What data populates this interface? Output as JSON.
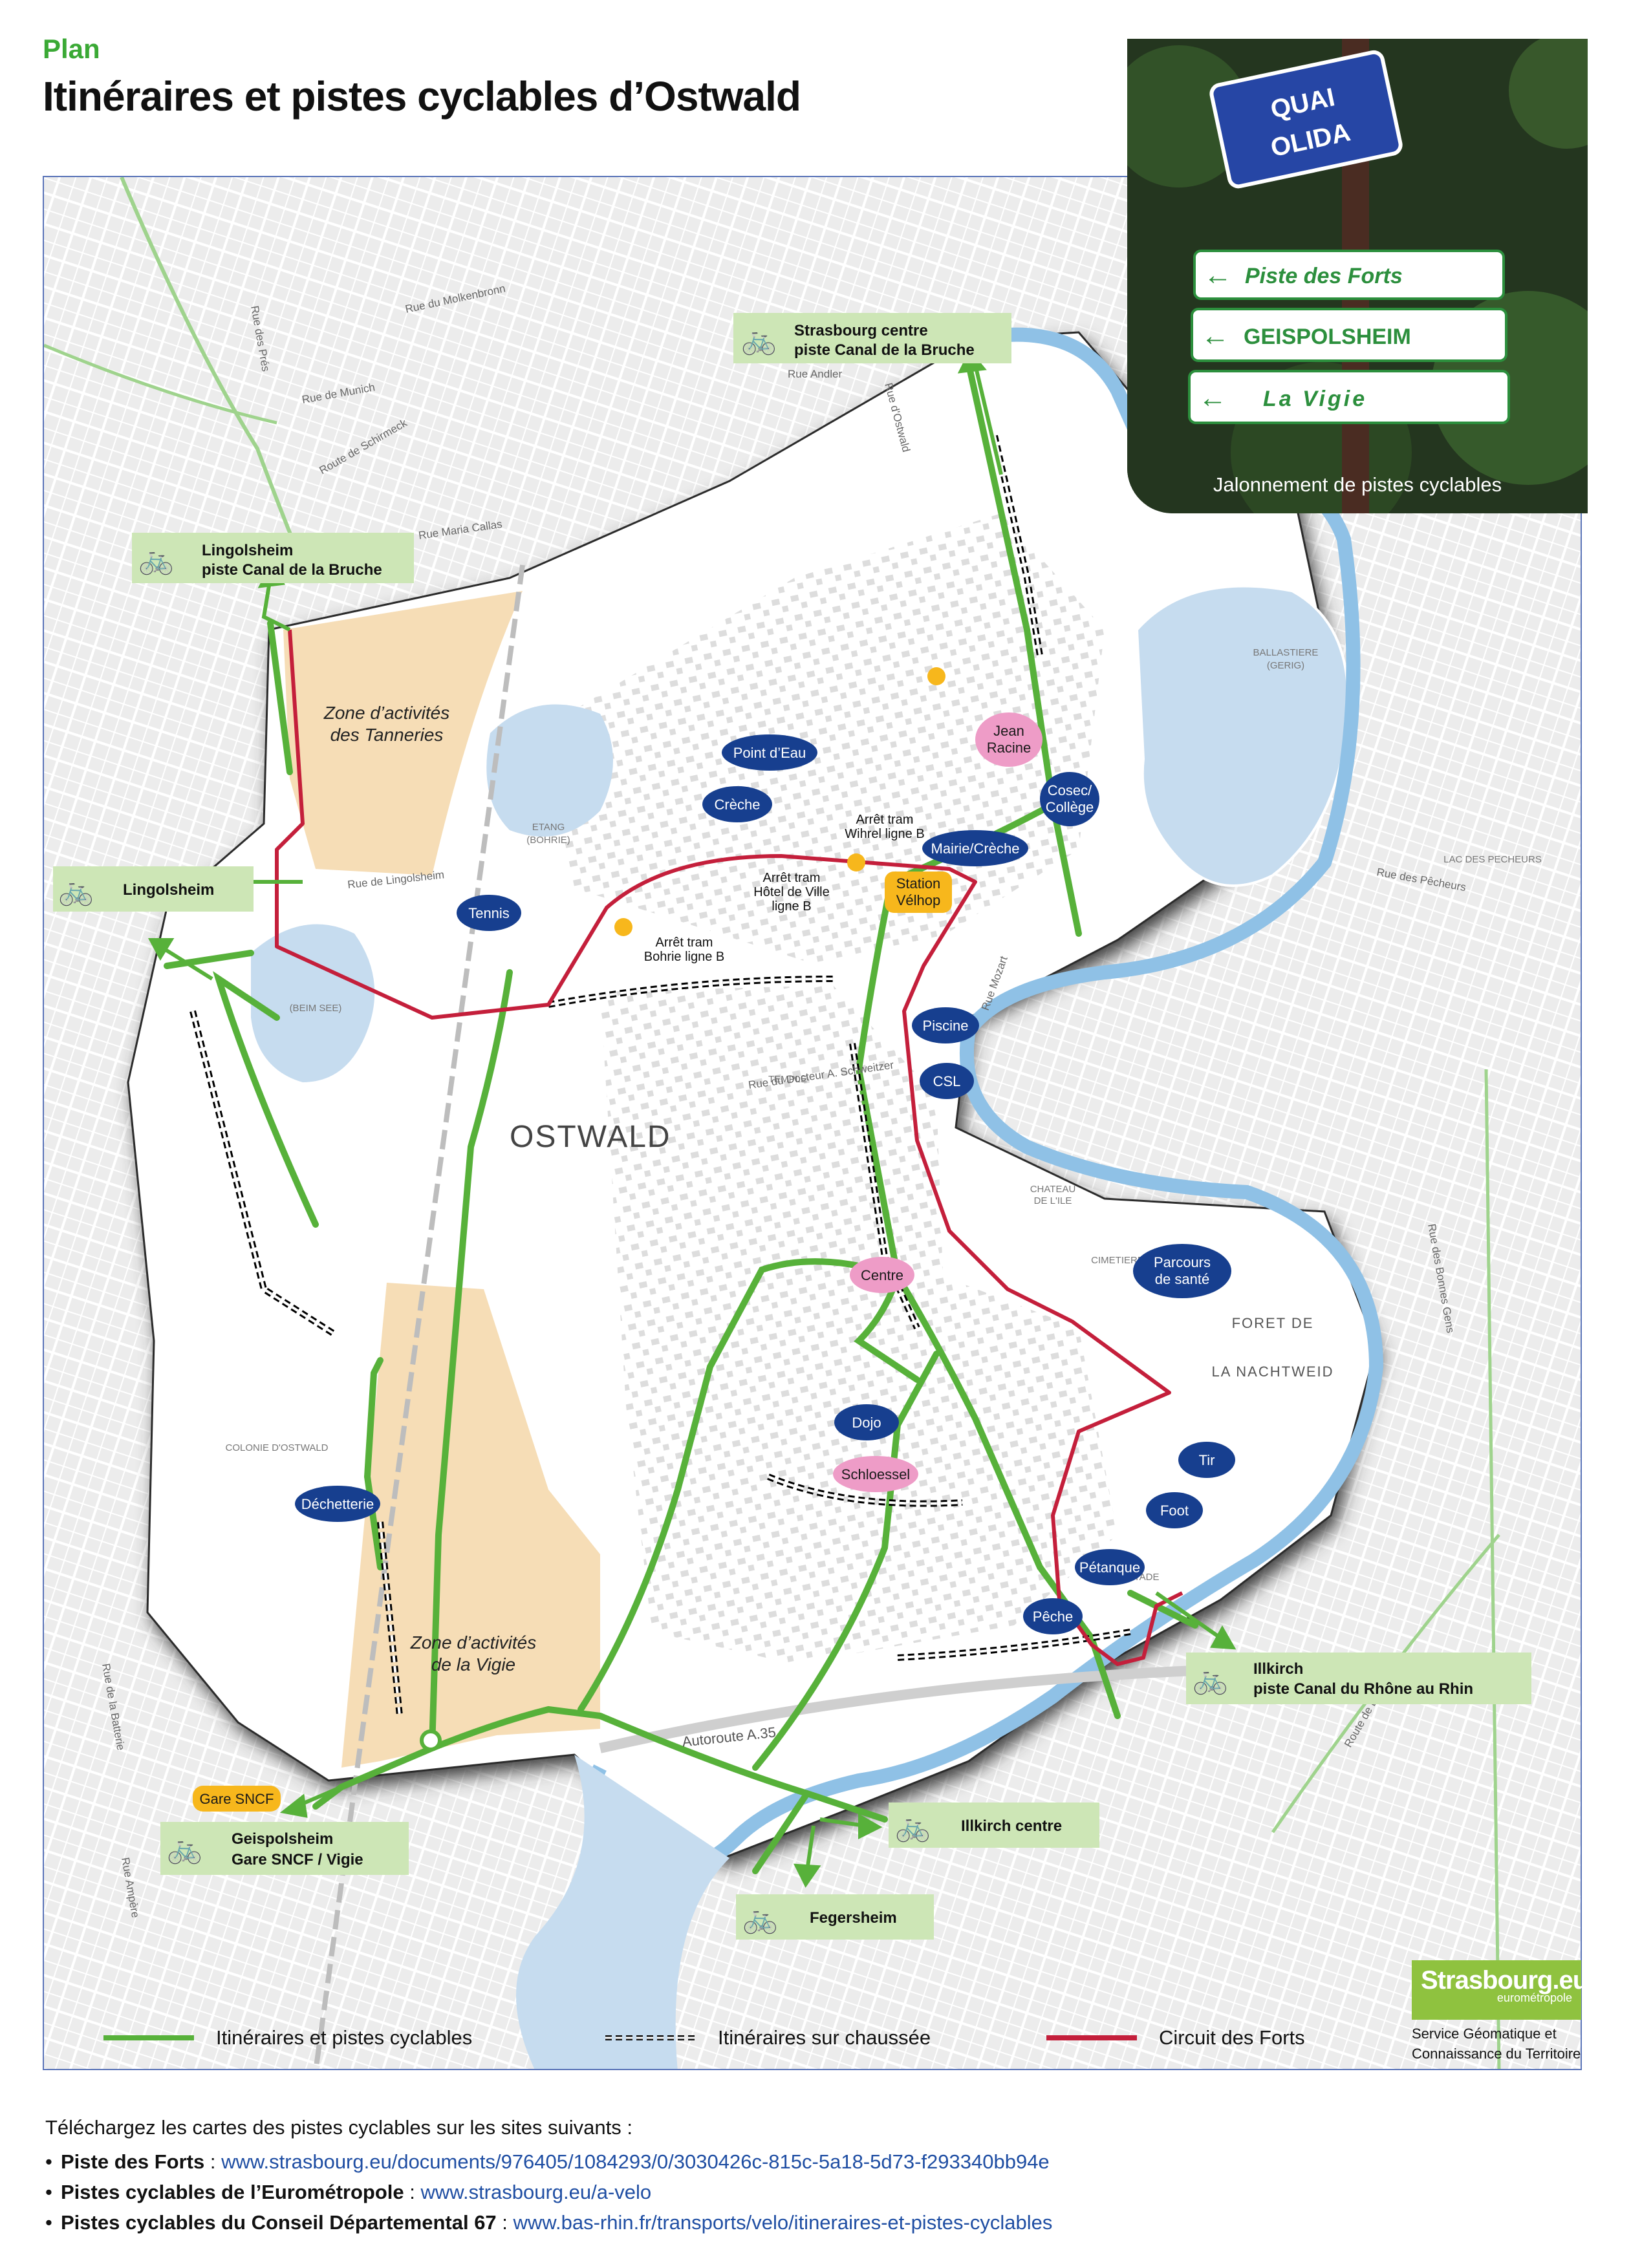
{
  "header": {
    "kicker": "Plan",
    "title": "Itinéraires et pistes cyclables d’Ostwald"
  },
  "photo": {
    "street_sign": [
      "QUAI",
      "OLIDA"
    ],
    "signs": [
      "Piste des Forts",
      "GEISPOLSHEIM",
      "La Vigie"
    ],
    "caption": "Jalonnement de pistes cyclables"
  },
  "map": {
    "town": "OSTWALD",
    "zones": [
      {
        "lines": [
          "Zone d’activités",
          "des Tanneries"
        ]
      },
      {
        "lines": [
          "Zone d’activités",
          "de la Vigie"
        ]
      }
    ],
    "destinations": [
      {
        "lines": [
          "Strasbourg centre",
          "piste Canal de la Bruche"
        ]
      },
      {
        "lines": [
          "Lingolsheim",
          "piste Canal de la Bruche"
        ]
      },
      {
        "lines": [
          "Lingolsheim"
        ]
      },
      {
        "lines": [
          "Illkirch",
          "piste Canal du Rhône au Rhin"
        ]
      },
      {
        "lines": [
          "Illkirch centre"
        ]
      },
      {
        "lines": [
          "Geispolsheim",
          "Gare SNCF / Vigie"
        ]
      },
      {
        "lines": [
          "Fegersheim"
        ]
      }
    ],
    "tram_stops": [
      {
        "lines": [
          "Arrêt tram",
          "Wihrel ligne B"
        ]
      },
      {
        "lines": [
          "Arrêt tram",
          "Hôtel de Ville",
          "ligne B"
        ]
      },
      {
        "lines": [
          "Arrêt tram",
          "Bohrie ligne B"
        ]
      }
    ],
    "blue_pois": [
      {
        "lines": [
          "Point d’Eau"
        ]
      },
      {
        "lines": [
          "Crèche"
        ]
      },
      {
        "lines": [
          "Cosec/",
          "Collège"
        ]
      },
      {
        "lines": [
          "Mairie/Crèche"
        ]
      },
      {
        "lines": [
          "Tennis"
        ]
      },
      {
        "lines": [
          "Piscine"
        ]
      },
      {
        "lines": [
          "CSL"
        ]
      },
      {
        "lines": [
          "Parcours",
          "de santé"
        ]
      },
      {
        "lines": [
          "Dojo"
        ]
      },
      {
        "lines": [
          "Tir"
        ]
      },
      {
        "lines": [
          "Foot"
        ]
      },
      {
        "lines": [
          "Pétanque"
        ]
      },
      {
        "lines": [
          "Pêche"
        ]
      },
      {
        "lines": [
          "Déchetterie"
        ]
      }
    ],
    "pink_pois": [
      {
        "lines": [
          "Jean",
          "Racine"
        ]
      },
      {
        "lines": [
          "Centre"
        ]
      },
      {
        "lines": [
          "Schloessel"
        ]
      }
    ],
    "yellow_pois": [
      {
        "lines": [
          "Station",
          "Vélhop"
        ]
      },
      {
        "lines": [
          "Gare SNCF"
        ]
      }
    ],
    "place_labels": [
      "ETANG",
      "(BOHRIE)",
      "BALLASTIERE",
      "(GERIG)",
      "(BEIM SEE)",
      "FORET DE",
      "LA NACHTWEID",
      "CHATEAU",
      "DE L'ILE",
      "CIMETIERE",
      "Autoroute A.35",
      "COLONIE D'OSTWALD",
      "TEMPLE",
      "STADE",
      "LAC DES PECHEURS"
    ],
    "street_labels": [
      "Rue du Molkenbronn",
      "Route de Schirmeck",
      "Rue de Munich",
      "Rue Maria Callas",
      "Rue de Lingolsheim",
      "Rue des Pêcheurs",
      "Rue du Docteur A. Schweitzer",
      "Route de Lyon",
      "Rue Mozart",
      "Rue Andler",
      "Rue d'Ostwald",
      "Rue des Prés",
      "Rue des Bonnes Gens",
      "Rue Ampère",
      "Rue de la Batterie"
    ]
  },
  "legend": {
    "green": "Itinéraires et pistes cyclables",
    "road": "Itinéraires sur chaussée",
    "red": "Circuit des Forts"
  },
  "brand": {
    "name": "Strasbourg.eu",
    "sub": "eurométropole",
    "service": [
      "Service Géomatique et",
      "Connaissance du Territoire"
    ]
  },
  "colors": {
    "bike": "#57b13a",
    "forts": "#c41f3b",
    "water": "#c6dcef",
    "zone": "#f6ddb6",
    "poi_blue": "#173f8f",
    "poi_pink": "#ee9cc7",
    "poi_yellow": "#f7b71c",
    "dest_bg": "#cde6b6"
  },
  "downloads": {
    "intro": "Téléchargez les cartes des pistes cyclables sur les sites suivants :",
    "items": [
      {
        "label": "Piste des Forts",
        "sep": " : ",
        "url": "www.strasbourg.eu/documents/976405/1084293/0/3030426c-815c-5a18-5d73-f293340bb94e"
      },
      {
        "label": "Pistes cyclables de l’Eurométropole",
        "sep": " : ",
        "url": "www.strasbourg.eu/a-velo"
      },
      {
        "label": "Pistes cyclables du Conseil Départemental 67",
        "sep": " : ",
        "url": "www.bas-rhin.fr/transports/velo/itineraires-et-pistes-cyclables"
      }
    ]
  }
}
